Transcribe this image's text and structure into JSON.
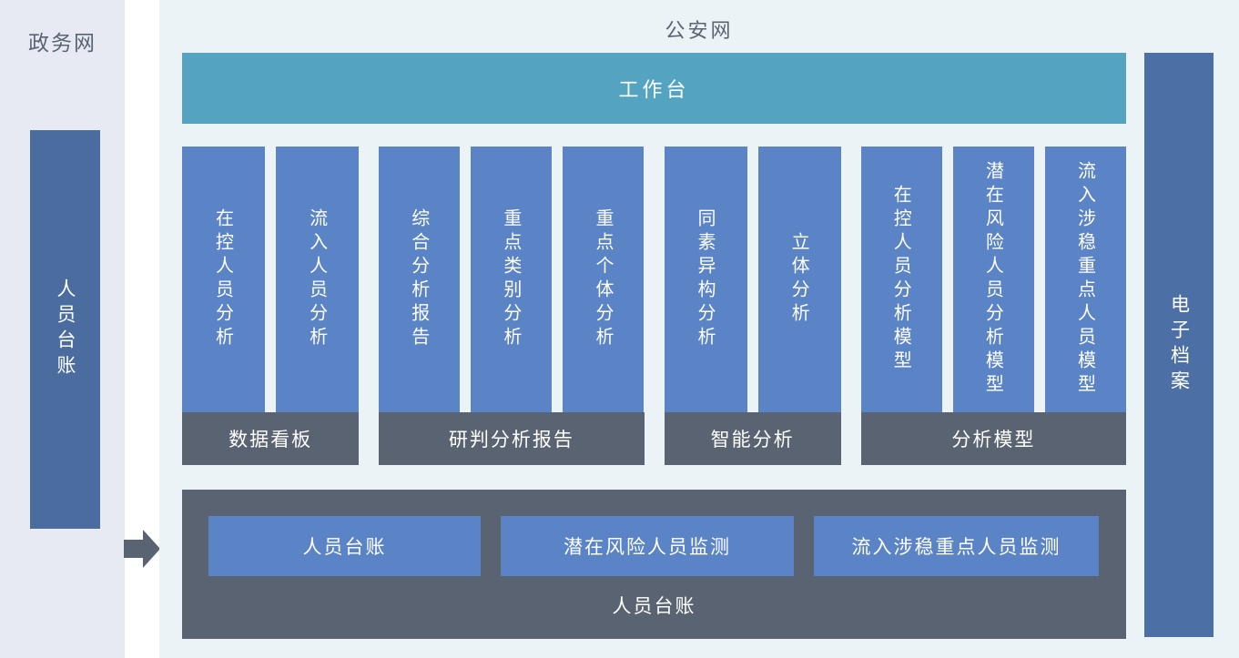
{
  "diagram": {
    "left_zone": {
      "title": "政务网",
      "ledger_bar_label": "人员台账"
    },
    "main_zone": {
      "title": "公安网",
      "workbench_label": "工作台",
      "groups": [
        {
          "columns": [
            "在控人员分析",
            "流入人员分析"
          ],
          "footer": "数据看板"
        },
        {
          "columns": [
            "综合分析报告",
            "重点类别分析",
            "重点个体分析"
          ],
          "footer": "研判分析报告"
        },
        {
          "columns": [
            "同素异构分析",
            "立体分析"
          ],
          "footer": "智能分析"
        },
        {
          "columns": [
            "在控人员分析模型",
            "潜在风险人员分析模型",
            "流入涉稳重点人员模型"
          ],
          "footer": "分析模型"
        }
      ],
      "ledger_box": {
        "buttons": [
          "人员台账",
          "潜在风险人员监测",
          "流入涉稳重点人员监测"
        ],
        "label": "人员台账"
      },
      "archive_bar_label": "电子档案"
    },
    "icons": {
      "flow_arrow": "right-arrow"
    },
    "colors": {
      "workbench_teal": "#54A4C1",
      "module_blue": "#5B84C6",
      "panel_gray": "#5A6372",
      "left_bar_blue": "#4A6C9F",
      "right_bar_blue": "#4C70A5",
      "left_zone_bg": "#E7EAF3",
      "main_zone_bg": "#EBF3F7",
      "title_text": "#5A6472"
    }
  }
}
